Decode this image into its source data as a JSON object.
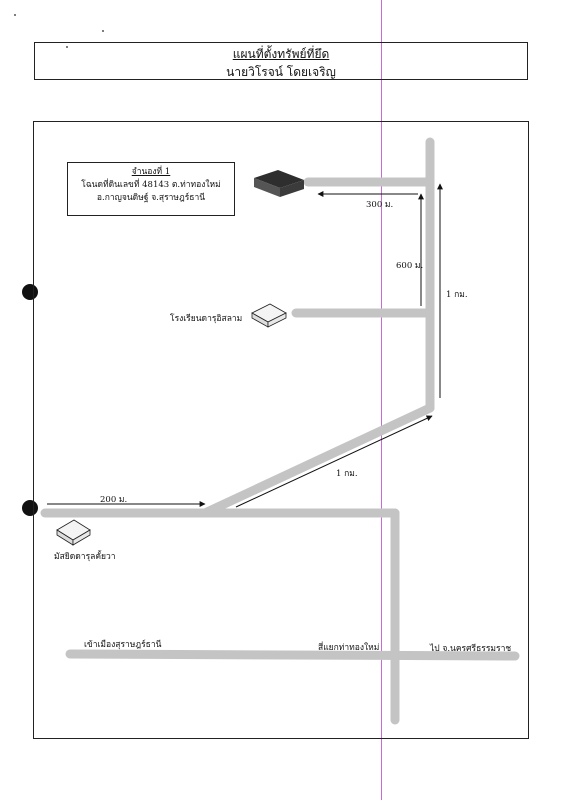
{
  "header": {
    "title": "แผนที่ตั้งทรัพย์ที่ยึด",
    "owner": "นายวิโรจน์ โดยเจริญ"
  },
  "info_box": {
    "title": "จำนองที่ 1",
    "line1": "โฉนดที่ดินเลขที่ 48143 ต.ท่าทองใหม่",
    "line2": "อ.กาญจนดิษฐ์ จ.สุราษฎร์ธานี"
  },
  "landmarks": {
    "school": "โรงเรียนดารุอิสลาม",
    "mosque": "มัสยิดดารุลคั้ยวา"
  },
  "distances": {
    "d300": "300 ม.",
    "d600": "600 ม.",
    "d1km_right": "1 กม.",
    "d1km_diag": "1 กม.",
    "d200": "200 ม."
  },
  "roads": {
    "to_surat": "เข้าเมืองสุราษฎร์ธานี",
    "junction": "สี่แยกท่าทองใหม่",
    "to_nakhon": "ไป จ.นครศรีธรรมราช"
  },
  "colors": {
    "road": "#c4c4c4",
    "property": "#4a4a4a",
    "frame": "#222222"
  }
}
